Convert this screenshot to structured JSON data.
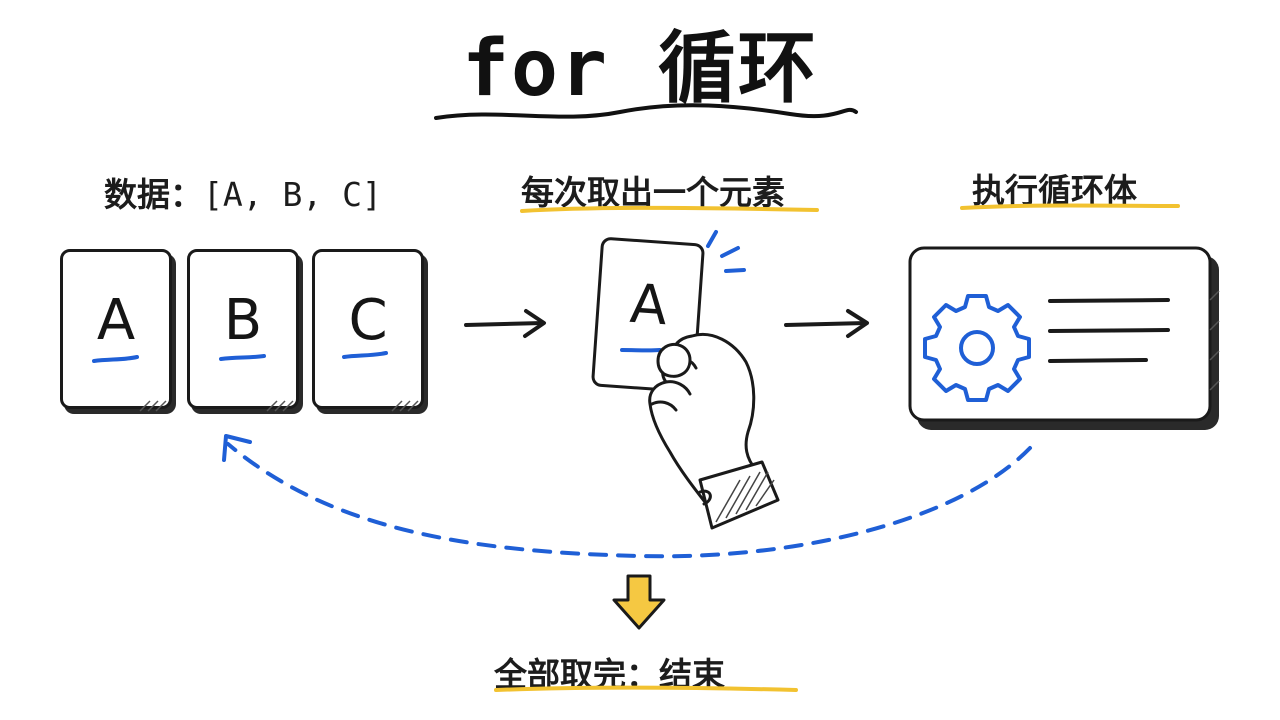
{
  "title": "for 循环",
  "labels": {
    "data_prefix": "数据：",
    "data_list": "[A, B, C]",
    "take_each": "每次取出一个元素",
    "execute_body": "执行循环体",
    "end": "全部取完：结束"
  },
  "cards": [
    "A",
    "B",
    "C"
  ],
  "held_card": "A",
  "colors": {
    "ink": "#1a1a1a",
    "accent_blue": "#1f5fd6",
    "highlight_yellow": "#f2c230",
    "arrow_yellow": "#f5c842"
  },
  "icons": [
    "gear-icon",
    "hand-icon",
    "right-arrow-icon",
    "down-arrow-icon",
    "loop-back-arrow"
  ]
}
